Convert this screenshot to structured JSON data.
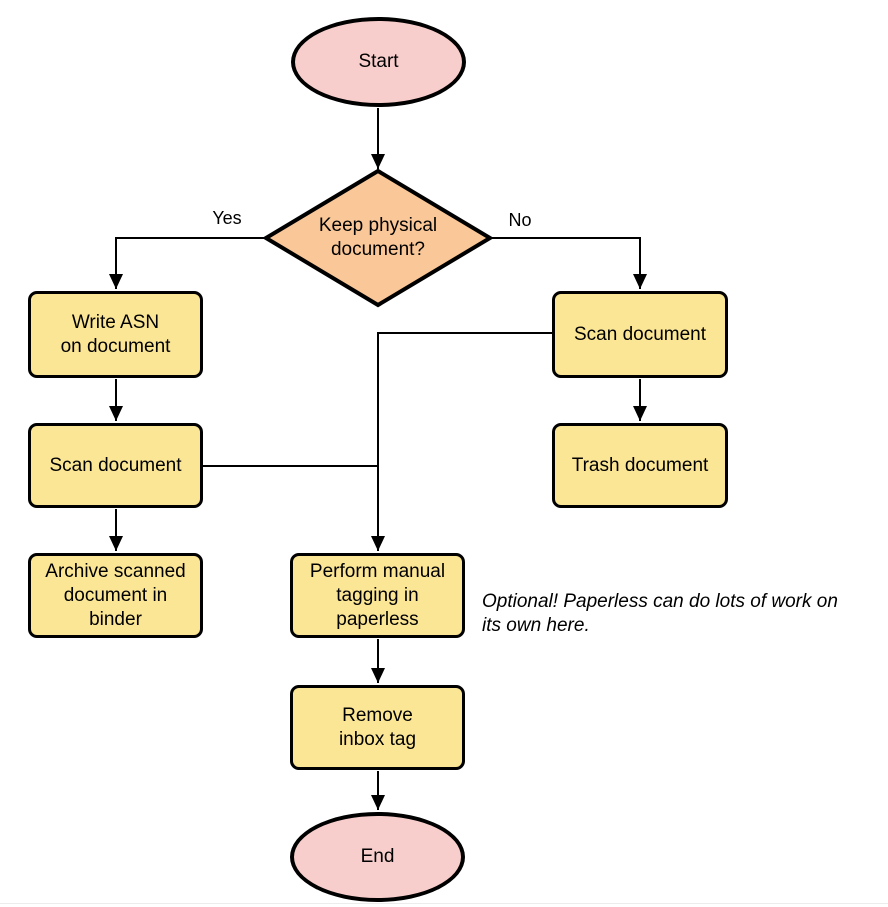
{
  "diagram": {
    "colors": {
      "background": "#FFFFFF",
      "terminal_fill": "#F8CECC",
      "decision_fill": "#FAC898",
      "process_fill": "#FBE696",
      "stroke": "#000000"
    },
    "nodes": {
      "start": {
        "type": "terminal",
        "label": "Start"
      },
      "decision": {
        "type": "decision",
        "label": "Keep physical\ndocument?"
      },
      "write_asn": {
        "type": "process",
        "label": "Write ASN\non document"
      },
      "scan_left": {
        "type": "process",
        "label": "Scan document"
      },
      "archive": {
        "type": "process",
        "label": "Archive scanned\ndocument in\nbinder"
      },
      "scan_right": {
        "type": "process",
        "label": "Scan document"
      },
      "trash": {
        "type": "process",
        "label": "Trash document"
      },
      "tagging": {
        "type": "process",
        "label": "Perform manual\ntagging in\npaperless"
      },
      "remove_inbox": {
        "type": "process",
        "label": "Remove\ninbox tag"
      },
      "end": {
        "type": "terminal",
        "label": "End"
      }
    },
    "edge_labels": {
      "yes": "Yes",
      "no": "No"
    },
    "edges": [
      {
        "from": "start",
        "to": "decision",
        "label": ""
      },
      {
        "from": "decision",
        "to": "write_asn",
        "label": "Yes"
      },
      {
        "from": "decision",
        "to": "scan_right",
        "label": "No"
      },
      {
        "from": "write_asn",
        "to": "scan_left",
        "label": ""
      },
      {
        "from": "scan_left",
        "to": "archive",
        "label": ""
      },
      {
        "from": "scan_right",
        "to": "trash",
        "label": ""
      },
      {
        "from": "scan_right",
        "to": "tagging",
        "label": ""
      },
      {
        "from": "scan_left",
        "to": "tagging",
        "label": ""
      },
      {
        "from": "tagging",
        "to": "remove_inbox",
        "label": ""
      },
      {
        "from": "remove_inbox",
        "to": "end",
        "label": ""
      }
    ],
    "annotation": "Optional! Paperless can do lots of work on\nits own here."
  }
}
